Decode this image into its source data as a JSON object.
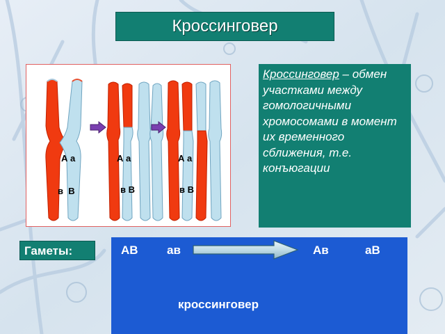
{
  "slide": {
    "title": "Кроссинговер"
  },
  "diagram": {
    "labels": [
      {
        "text": "А а"
      },
      {
        "text": "А а"
      },
      {
        "text": "А а"
      },
      {
        "text": "в  В"
      },
      {
        "text": "в В"
      },
      {
        "text": "в В"
      }
    ],
    "colors": {
      "red": "#f03a10",
      "blue": "#bfe0ee"
    }
  },
  "definition": {
    "term": "Кроссинговер",
    "text": " – обмен участками между гомологичными хромосомами в момент их временного сближения, т.е. конъюгации"
  },
  "gametes": {
    "label": "Гаметы:",
    "g1": "АВ",
    "g2": "ав",
    "g3": "Ав",
    "g4": "аВ",
    "process": "кроссинговер"
  }
}
